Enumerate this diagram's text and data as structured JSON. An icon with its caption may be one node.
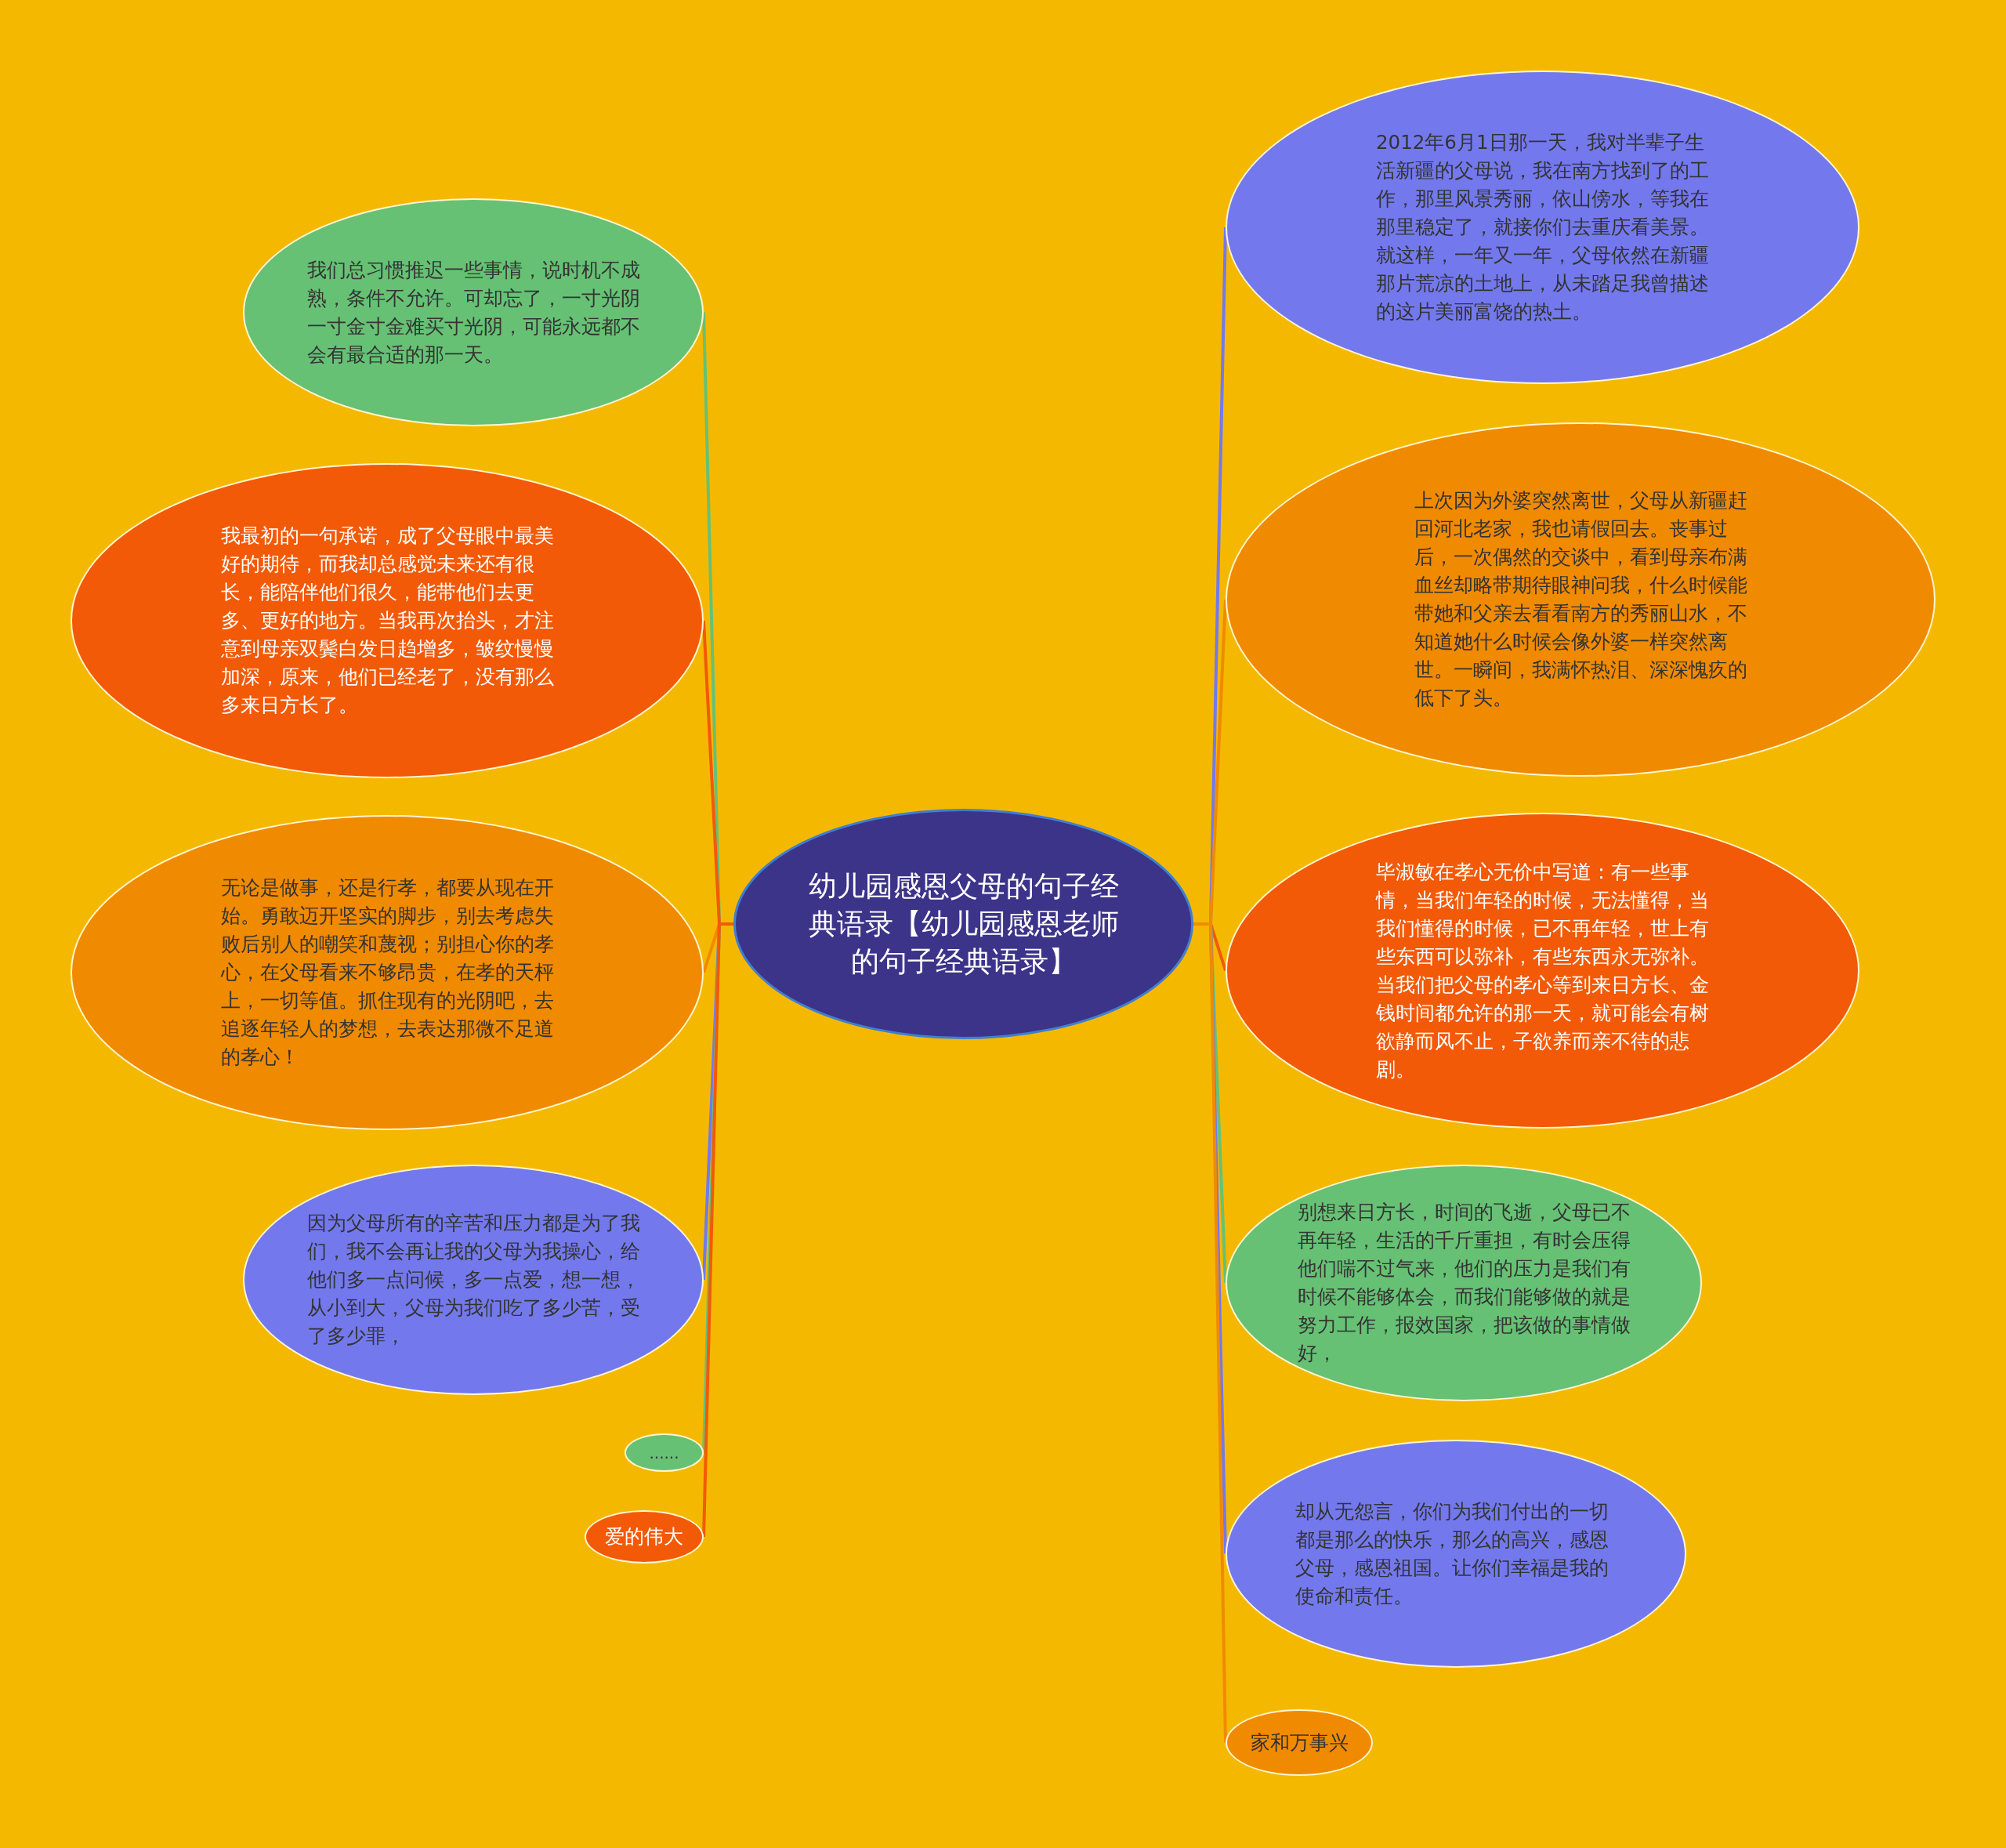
{
  "diagram": {
    "nodes": [
      {
        "text": [
          "幼儿园感恩父母的句子经典语录【幼儿园感恩老师的句子经典语录】"
        ]
      },
      {
        "text": [
          "2012年6月1日那一天，我对半辈子生活新疆的父母说，我在南方找到了的工作，那里风景秀丽，依山傍水，等我在那里稳定了，就接你们去重庆看美景。就这样，一年又一年，父母依然在新疆那片荒凉的土地上，从未踏足我曾描述的这片美丽富饶的热土。"
        ]
      },
      {
        "text": [
          " 上次因为外婆突然离世，父母从新疆赶回河北老家，我也请假回去。丧事过后，一次偶然的交谈中，看到母亲布满血丝却略带期待眼神问我，什么时候能带她和父亲去看看南方的秀丽山水，不知道她什么时候会像外婆一样突然离世。一瞬间，我满怀热泪、深深愧疚的低下了头。"
        ]
      },
      {
        "text": [
          "毕淑敏在孝心无价中写道：有一些事情，当我们年轻的时候，无法懂得，当我们懂得的时候，已不再年轻，世上有些东西可以弥补，有些东西永无弥补。当我们把父母的孝心等到来日方长、金钱时间都允许的那一天，就可能会有树欲静而风不止，子欲养而亲不待的悲剧。"
        ]
      },
      {
        "text": [
          " 别想来日方长，时间的飞逝，父母已不再年轻，生活的千斤重担，有时会压得他们喘不过气来，他们的压力是我们有时候不能够体会，而我们能够做的就是努力工作，报效国家，把该做的事情做好，"
        ]
      },
      {
        "text": [
          "却从无怨言，你们为我们付出的一切都是那么的快乐，那么的高兴，感恩父母，感恩祖国。让你们幸福是我的使命和责任。"
        ]
      },
      {
        "text": [
          "家和万事兴"
        ]
      },
      {
        "text": [
          "我们总习惯推迟一些事情，说时机不成熟，条件不允许。可却忘了，一寸光阴一寸金寸金难买寸光阴，可能永远都不会有最合适的那一天。"
        ]
      },
      {
        "text": [
          "我最初的一句承诺，成了父母眼中最美好的期待，而我却总感觉未来还有很长，能陪伴他们很久，能带他们去更多、更好的地方。当我再次抬头，才注意到母亲双鬓白发日趋增多，皱纹慢慢加深，原来，他们已经老了，没有那么多来日方长了。"
        ]
      },
      {
        "text": [
          " 无论是做事，还是行孝，都要从现在开始。勇敢迈开坚实的脚步，别去考虑失败后别人的嘲笑和蔑视；别担心你的孝心，在父母看来不够昂贵，在孝的天枰上，一切等值。抓住现有的光阴吧，去追逐年轻人的梦想，去表达那微不足道的孝心！"
        ]
      },
      {
        "text": [
          "因为父母所有的辛苦和压力都是为了我们，我不会再让我的父母为我操心，给他们多一点问候，多一点爱，想一想，从小到大，父母为我们吃了多少苦，受了多少罪，"
        ]
      },
      {
        "text": [
          "......"
        ]
      },
      {
        "text": [
          "爱的伟大"
        ]
      }
    ],
    "edges": [
      {
        "from": 0,
        "to": 1,
        "arrow": "none",
        "color": "#7379ec"
      },
      {
        "from": 0,
        "to": 2,
        "arrow": "none",
        "color": "#f08a00"
      },
      {
        "from": 0,
        "to": 3,
        "arrow": "none",
        "color": "#f25a08"
      },
      {
        "from": 0,
        "to": 4,
        "arrow": "none",
        "color": "#66c174"
      },
      {
        "from": 0,
        "to": 5,
        "arrow": "none",
        "color": "#7379ec"
      },
      {
        "from": 0,
        "to": 6,
        "arrow": "none",
        "color": "#f08a00"
      },
      {
        "from": 0,
        "to": 7,
        "arrow": "none",
        "color": "#66c174"
      },
      {
        "from": 0,
        "to": 8,
        "arrow": "none",
        "color": "#f25a08"
      },
      {
        "from": 0,
        "to": 9,
        "arrow": "none",
        "color": "#f08a00"
      },
      {
        "from": 0,
        "to": 10,
        "arrow": "none",
        "color": "#7379ec"
      },
      {
        "from": 0,
        "to": 11,
        "arrow": "none",
        "color": "#66c174"
      },
      {
        "from": 0,
        "to": 12,
        "arrow": "none",
        "color": "#f25a08"
      }
    ]
  }
}
